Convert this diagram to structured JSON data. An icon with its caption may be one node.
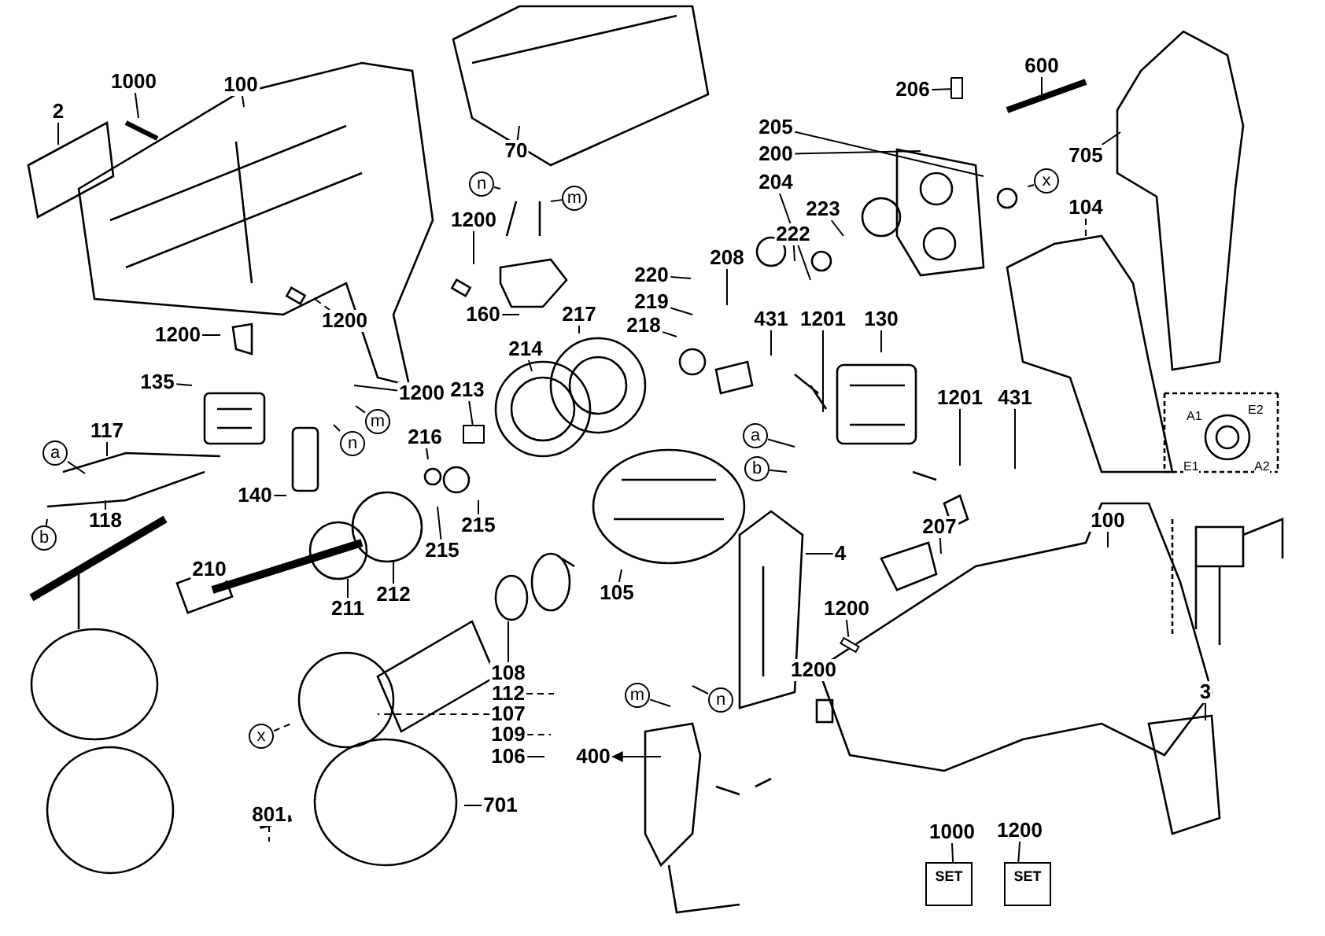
{
  "diagram": {
    "nodes": [
      {
        "text": [
          "1000"
        ]
      },
      {
        "text": [
          "100"
        ]
      },
      {
        "text": [
          "2"
        ]
      },
      {
        "text": [
          "1200"
        ]
      },
      {
        "text": [
          "1200"
        ]
      },
      {
        "text": [
          "1200"
        ]
      },
      {
        "text": [
          "70"
        ]
      },
      {
        "text": [
          "n"
        ]
      },
      {
        "text": [
          "m"
        ]
      },
      {
        "text": [
          "160"
        ]
      },
      {
        "text": [
          "217"
        ]
      },
      {
        "text": [
          "214"
        ]
      },
      {
        "text": [
          "218"
        ]
      },
      {
        "text": [
          "220"
        ]
      },
      {
        "text": [
          "219"
        ]
      },
      {
        "text": [
          "208"
        ]
      },
      {
        "text": [
          "222"
        ]
      },
      {
        "text": [
          "223"
        ]
      },
      {
        "text": [
          "205"
        ]
      },
      {
        "text": [
          "200"
        ]
      },
      {
        "text": [
          "204"
        ]
      },
      {
        "text": [
          "206"
        ]
      },
      {
        "text": [
          "600"
        ]
      },
      {
        "text": [
          "705"
        ]
      },
      {
        "text": [
          "x"
        ]
      },
      {
        "text": [
          "104"
        ]
      },
      {
        "text": [
          "431"
        ]
      },
      {
        "text": [
          "1201"
        ]
      },
      {
        "text": [
          "130"
        ]
      },
      {
        "text": [
          "1201"
        ]
      },
      {
        "text": [
          "431"
        ]
      },
      {
        "text": [
          "135"
        ]
      },
      {
        "text": [
          "m"
        ]
      },
      {
        "text": [
          "1200"
        ]
      },
      {
        "text": [
          "n"
        ]
      },
      {
        "text": [
          "213"
        ]
      },
      {
        "text": [
          "216"
        ]
      },
      {
        "text": [
          "a"
        ]
      },
      {
        "text": [
          "117"
        ]
      },
      {
        "text": [
          "b"
        ]
      },
      {
        "text": [
          "118"
        ]
      },
      {
        "text": [
          "140"
        ]
      },
      {
        "text": [
          "215"
        ]
      },
      {
        "text": [
          "215"
        ]
      },
      {
        "text": [
          "a"
        ]
      },
      {
        "text": [
          "b"
        ]
      },
      {
        "text": [
          "210"
        ]
      },
      {
        "text": [
          "211"
        ]
      },
      {
        "text": [
          "212"
        ]
      },
      {
        "text": [
          "105"
        ]
      },
      {
        "text": [
          "4"
        ]
      },
      {
        "text": [
          "207"
        ]
      },
      {
        "text": [
          "108"
        ]
      },
      {
        "text": [
          "112"
        ]
      },
      {
        "text": [
          "107"
        ]
      },
      {
        "text": [
          "109"
        ]
      },
      {
        "text": [
          "106"
        ]
      },
      {
        "text": [
          "x"
        ]
      },
      {
        "text": [
          "1200"
        ]
      },
      {
        "text": [
          "1200"
        ]
      },
      {
        "text": [
          "m"
        ]
      },
      {
        "text": [
          "n"
        ]
      },
      {
        "text": [
          "400"
        ]
      },
      {
        "text": [
          "100"
        ]
      },
      {
        "text": [
          "3"
        ]
      },
      {
        "text": [
          "701"
        ]
      },
      {
        "text": [
          "801"
        ]
      },
      {
        "text": [
          "1000"
        ]
      },
      {
        "text": [
          "1200"
        ]
      },
      {
        "text": [
          "SET"
        ]
      },
      {
        "text": [
          "SET"
        ]
      },
      {
        "text": [],
        "shape": "box"
      },
      {
        "text": [],
        "shape": "box"
      },
      {
        "text": [],
        "shape": "box"
      }
    ],
    "edges": [
      {
        "from": 0,
        "to": null,
        "arrow": "none"
      },
      {
        "from": 1,
        "to": null,
        "arrow": "none"
      },
      {
        "from": 2,
        "to": null,
        "arrow": "none"
      },
      {
        "from": 3,
        "to": null,
        "arrow": "none"
      },
      {
        "from": 4,
        "to": null,
        "arrow": "none",
        "style": "dashed"
      },
      {
        "from": 5,
        "to": null,
        "arrow": "none"
      },
      {
        "from": 6,
        "to": null,
        "arrow": "none"
      },
      {
        "from": 7,
        "to": null,
        "arrow": "none"
      },
      {
        "from": 8,
        "to": null,
        "arrow": "none"
      },
      {
        "from": 9,
        "to": null,
        "arrow": "none"
      },
      {
        "from": 10,
        "to": null,
        "arrow": "none"
      },
      {
        "from": 11,
        "to": null,
        "arrow": "none"
      },
      {
        "from": 12,
        "to": null,
        "arrow": "none"
      },
      {
        "from": 13,
        "to": null,
        "arrow": "none"
      },
      {
        "from": 14,
        "to": null,
        "arrow": "none"
      },
      {
        "from": 15,
        "to": null,
        "arrow": "none"
      },
      {
        "from": 16,
        "to": null,
        "arrow": "none"
      },
      {
        "from": 17,
        "to": null,
        "arrow": "none"
      },
      {
        "from": 18,
        "to": null,
        "arrow": "none"
      },
      {
        "from": 19,
        "to": null,
        "arrow": "none"
      },
      {
        "from": 20,
        "to": null,
        "arrow": "none"
      },
      {
        "from": 21,
        "to": 71,
        "arrow": "none"
      },
      {
        "from": 22,
        "to": null,
        "arrow": "none"
      },
      {
        "from": 23,
        "to": null,
        "arrow": "none"
      },
      {
        "from": 24,
        "to": null,
        "arrow": "none",
        "style": "dashed"
      },
      {
        "from": 25,
        "to": null,
        "arrow": "none",
        "style": "dashed"
      },
      {
        "from": 26,
        "to": null,
        "arrow": "none"
      },
      {
        "from": 27,
        "to": null,
        "arrow": "none"
      },
      {
        "from": 28,
        "to": null,
        "arrow": "none"
      },
      {
        "from": 29,
        "to": null,
        "arrow": "none"
      },
      {
        "from": 30,
        "to": null,
        "arrow": "none"
      },
      {
        "from": 31,
        "to": null,
        "arrow": "none"
      },
      {
        "from": 32,
        "to": null,
        "arrow": "none"
      },
      {
        "from": 33,
        "to": null,
        "arrow": "none"
      },
      {
        "from": 34,
        "to": null,
        "arrow": "none"
      },
      {
        "from": 35,
        "to": 73,
        "arrow": "none"
      },
      {
        "from": 36,
        "to": null,
        "arrow": "none"
      },
      {
        "from": 37,
        "to": null,
        "arrow": "none"
      },
      {
        "from": 38,
        "to": null,
        "arrow": "none"
      },
      {
        "from": 39,
        "to": null,
        "arrow": "none"
      },
      {
        "from": 40,
        "to": null,
        "arrow": "none"
      },
      {
        "from": 41,
        "to": null,
        "arrow": "none"
      },
      {
        "from": 42,
        "to": null,
        "arrow": "none"
      },
      {
        "from": 43,
        "to": null,
        "arrow": "none"
      },
      {
        "from": 44,
        "to": null,
        "arrow": "none"
      },
      {
        "from": 45,
        "to": null,
        "arrow": "none"
      },
      {
        "from": 47,
        "to": null,
        "arrow": "none"
      },
      {
        "from": 48,
        "to": null,
        "arrow": "none"
      },
      {
        "from": 49,
        "to": null,
        "arrow": "none"
      },
      {
        "from": 50,
        "to": null,
        "arrow": "none"
      },
      {
        "from": 51,
        "to": null,
        "arrow": "none"
      },
      {
        "from": 52,
        "to": null,
        "arrow": "none"
      },
      {
        "from": 53,
        "to": null,
        "arrow": "none",
        "style": "dashed"
      },
      {
        "from": 54,
        "to": null,
        "arrow": "none",
        "style": "dashed"
      },
      {
        "from": 55,
        "to": null,
        "arrow": "none",
        "style": "dashed"
      },
      {
        "from": 56,
        "to": null,
        "arrow": "none"
      },
      {
        "from": 57,
        "to": null,
        "arrow": "none",
        "style": "dashed"
      },
      {
        "from": 58,
        "to": 72,
        "arrow": "none"
      },
      {
        "from": 60,
        "to": null,
        "arrow": "none"
      },
      {
        "from": 61,
        "to": null,
        "arrow": "none"
      },
      {
        "from": null,
        "to": 62,
        "arrow": "to"
      },
      {
        "from": 63,
        "to": null,
        "arrow": "none"
      },
      {
        "from": 64,
        "to": null,
        "arrow": "none"
      },
      {
        "from": 65,
        "to": null,
        "arrow": "none"
      },
      {
        "from": 66,
        "to": null,
        "arrow": "none",
        "style": "dashed"
      },
      {
        "from": 67,
        "to": 69,
        "arrow": "none"
      },
      {
        "from": 68,
        "to": 70,
        "arrow": "none"
      }
    ],
    "labels": [
      "A1",
      "E2",
      "E1",
      "A2"
    ]
  }
}
